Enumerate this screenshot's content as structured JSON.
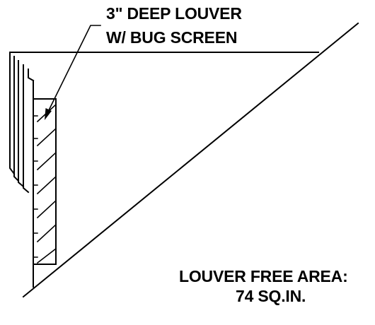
{
  "callout": {
    "line1": "3\" DEEP LOUVER",
    "line2": "W/ BUG SCREEN"
  },
  "free_area": {
    "line1": "LOUVER FREE AREA:",
    "line2": "74 SQ.IN."
  },
  "colors": {
    "ink": "#000000",
    "paper": "#ffffff"
  }
}
